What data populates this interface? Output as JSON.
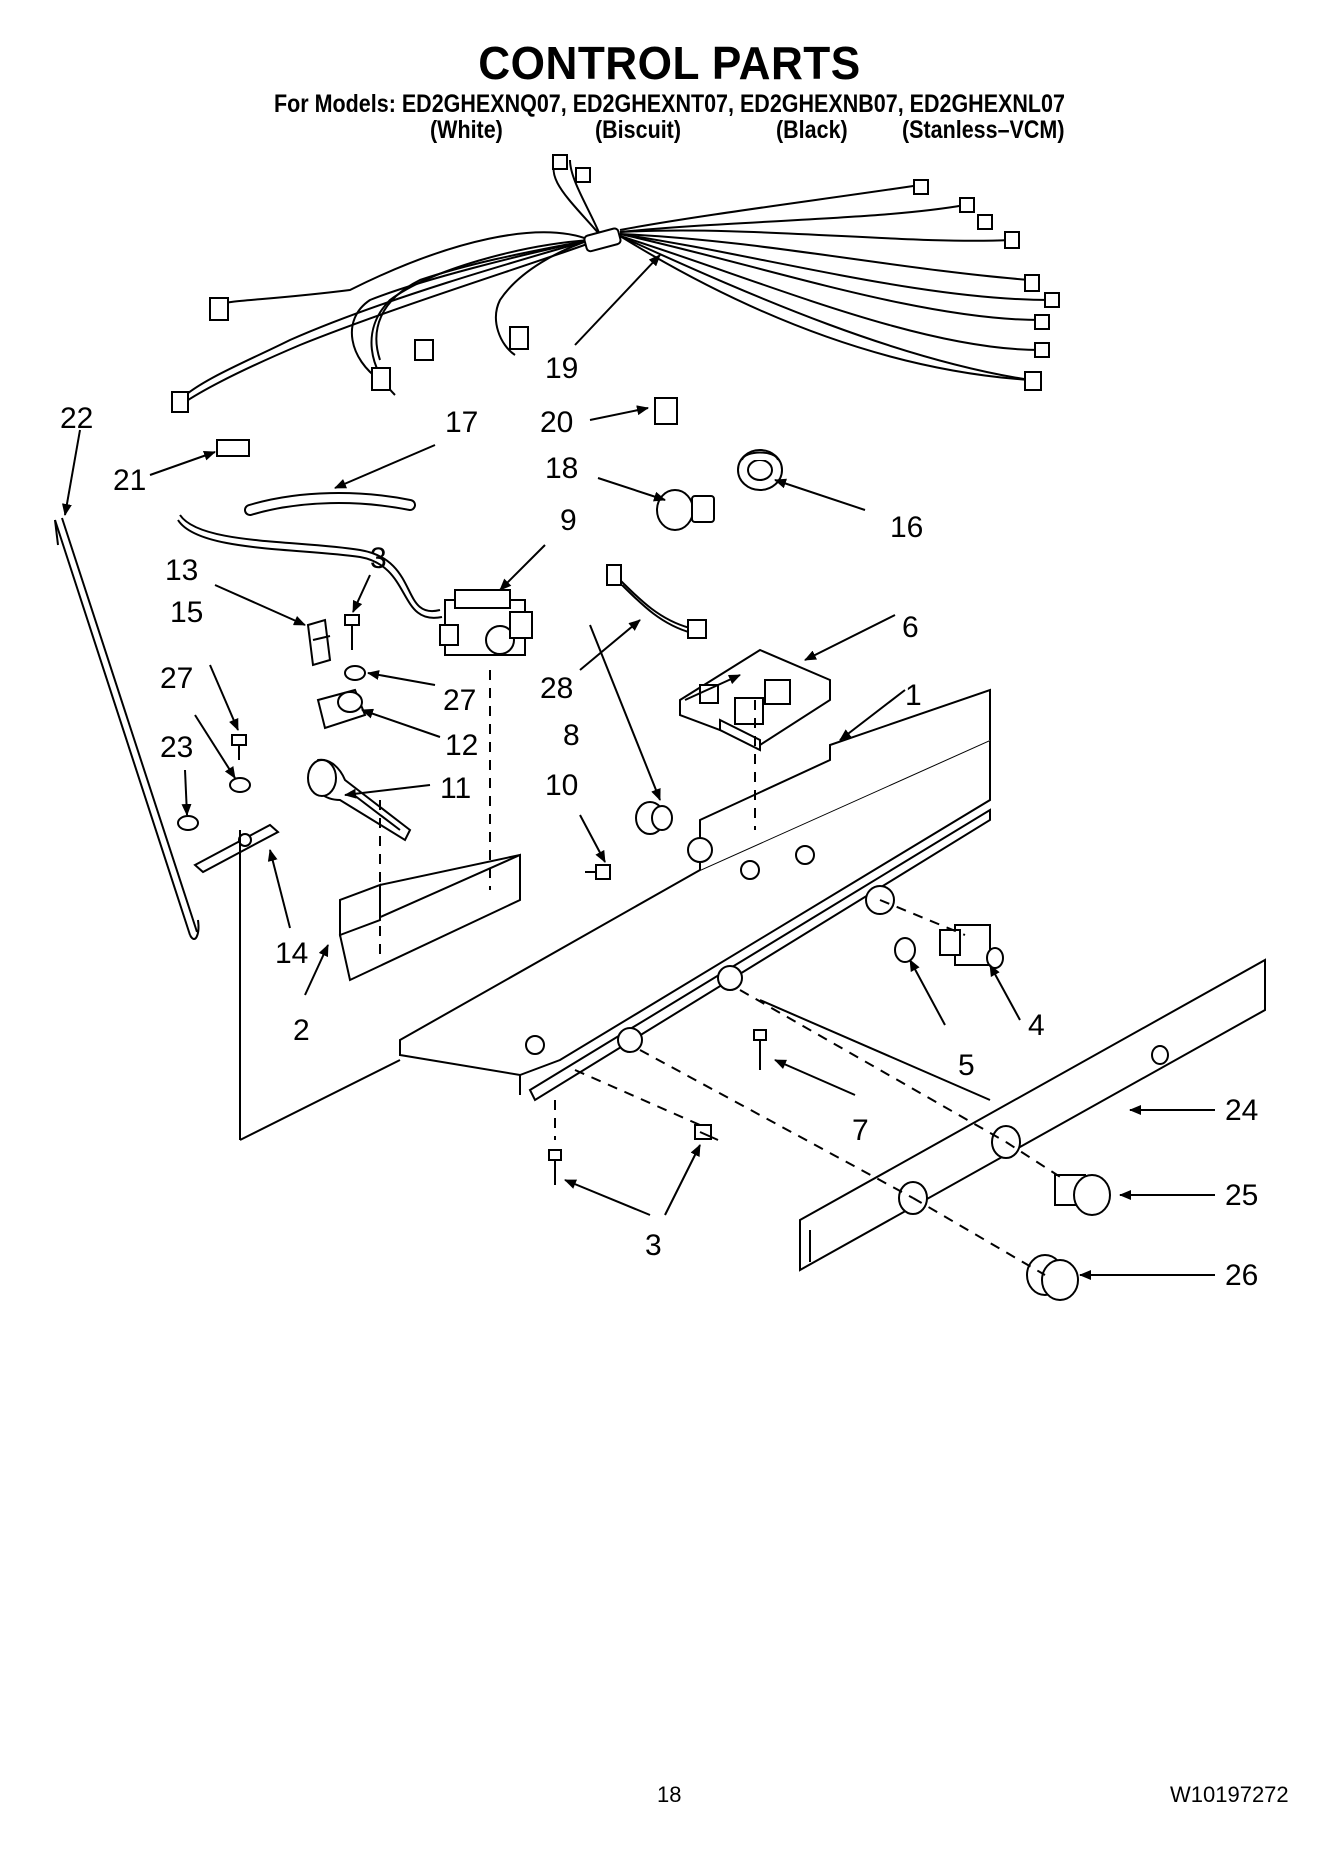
{
  "header": {
    "title": "CONTROL PARTS",
    "models": "For Models: ED2GHEXNQ07, ED2GHEXNT07, ED2GHEXNB07, ED2GHEXNL07",
    "variants": [
      "(White)",
      "(Biscuit)",
      "(Black)",
      "(Stanless–VCM)"
    ]
  },
  "callouts": [
    "1",
    "2",
    "3",
    "3",
    "4",
    "5",
    "6",
    "7",
    "8",
    "9",
    "10",
    "11",
    "12",
    "13",
    "14",
    "15",
    "16",
    "17",
    "18",
    "19",
    "20",
    "21",
    "22",
    "23",
    "24",
    "25",
    "26",
    "27",
    "27",
    "28"
  ],
  "footer": {
    "page_number": "18",
    "doc_number": "W10197272"
  }
}
